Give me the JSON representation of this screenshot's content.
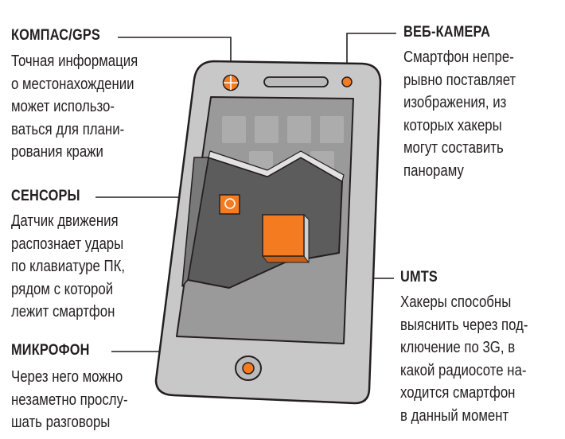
{
  "callouts": {
    "compass": {
      "title": "КОМПАС/GPS",
      "text": "Точная информация\nо местонахождении\nможет использо-\nваться для плани-\nрования кражи"
    },
    "webcam": {
      "title": "ВЕБ-КАМЕРА",
      "text": "Смартфон непре-\nрывно поставляет\nизображения, из\nкоторых хакеры\nмогут составить\nпанораму"
    },
    "sensors": {
      "title": "СЕНСОРЫ",
      "text": "Датчик движения\nраспознает удары\nпо клавиатуре ПК,\nрядом с которой\nлежит смартфон"
    },
    "umts": {
      "title": "UMTS",
      "text": "Хакеры способны\nвыяснить через под-\nключение по 3G, в\nкакой радиосоте на-\nходится смартфон\nв данный момент"
    },
    "microphone": {
      "title": "МИКРОФОН",
      "text": "Через него можно\nнезаметно прослу-\nшать разговоры"
    }
  },
  "colors": {
    "accent": "#f47b20",
    "phone_body": "#c9c8c8",
    "screen": "#9b9a9a",
    "outline": "#231f20"
  }
}
